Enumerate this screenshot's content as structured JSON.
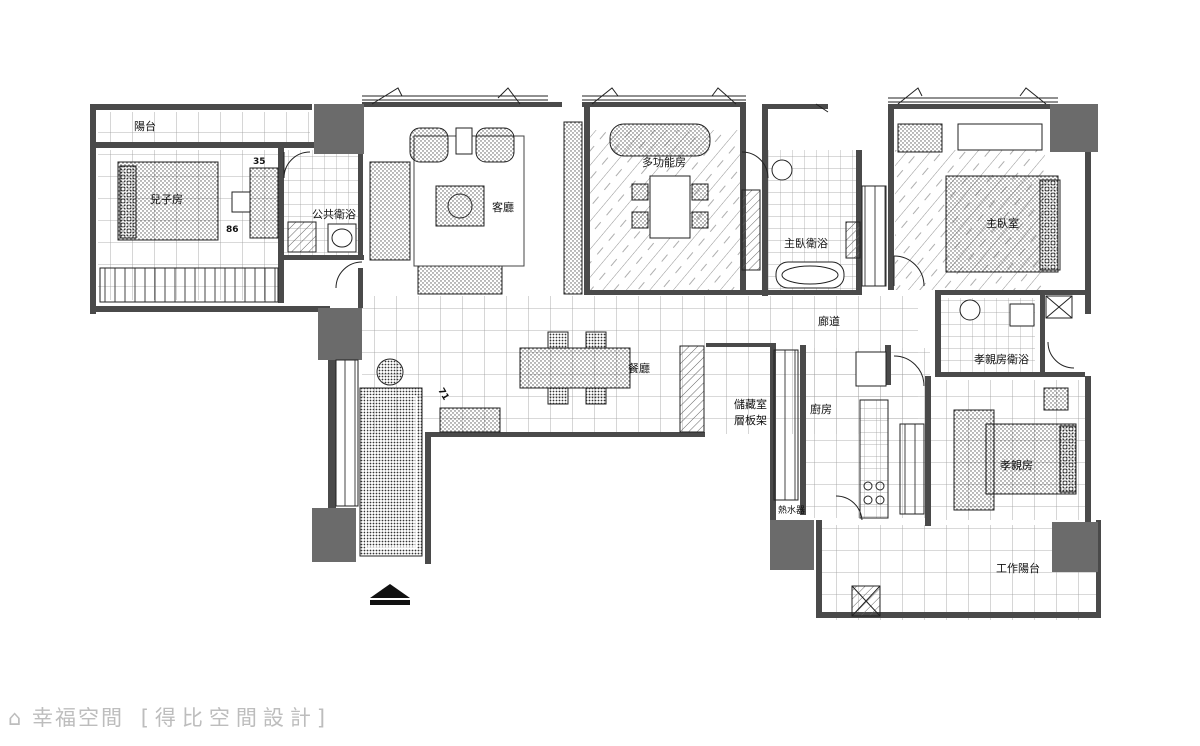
{
  "rooms": {
    "balcony": "陽台",
    "sons_room": "兒子房",
    "public_bath": "公共衛浴",
    "living_room": "客廳",
    "multi_room": "多功能房",
    "master_bath": "主臥衛浴",
    "master_bedroom": "主臥室",
    "corridor": "廊道",
    "parents_bath": "孝親房衛浴",
    "dining": "餐廳",
    "storage": "儲藏室",
    "shelf": "層板架",
    "kitchen": "廚房",
    "parents_room": "孝親房",
    "water_heater": "熱水器",
    "service_balcony": "工作陽台"
  },
  "dimensions": {
    "d35": "35",
    "d86": "86",
    "d71": "71"
  },
  "watermark": {
    "brand": "幸福空間",
    "designer": "[得比空間設計]"
  },
  "colors": {
    "wall": "#4a4a4a",
    "column": "#6b6b6b",
    "line": "#111111",
    "hatch": "#8a8a8a"
  }
}
